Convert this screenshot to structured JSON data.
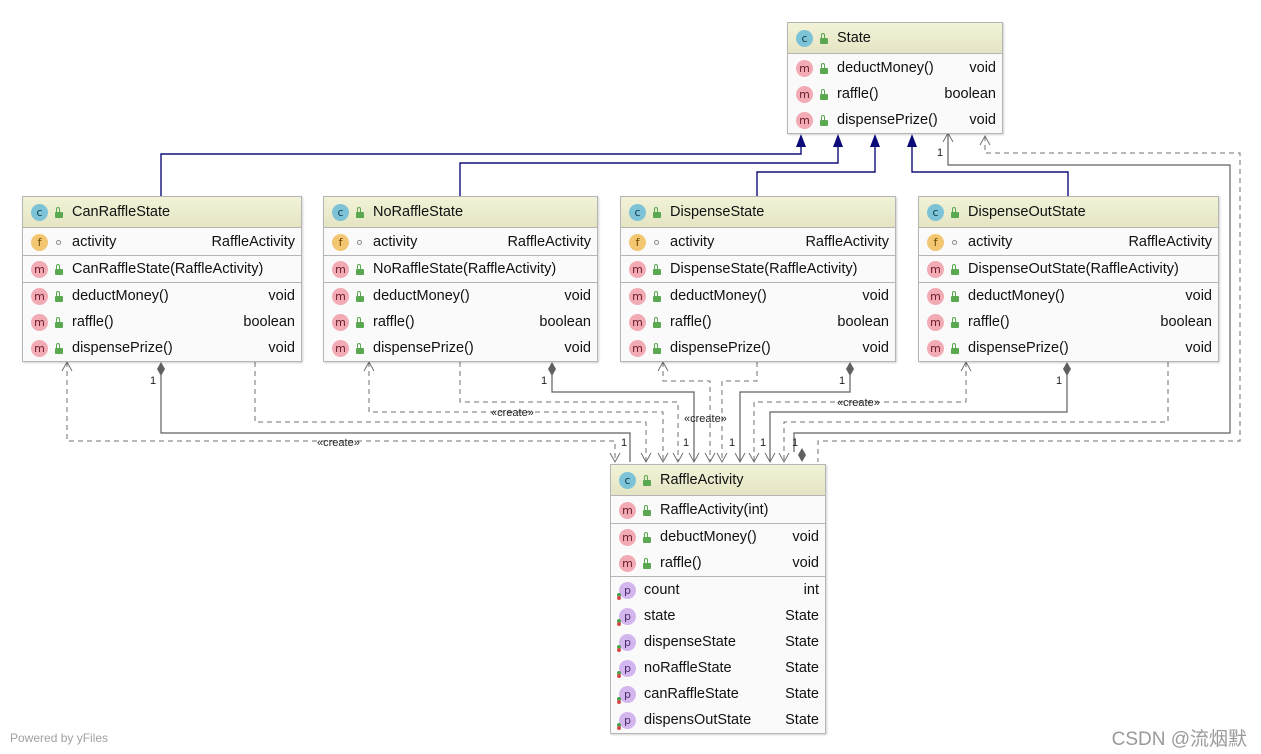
{
  "classes": [
    {
      "key": "state",
      "name": "State",
      "kind_icon": "c",
      "fields": [],
      "constructors": [],
      "methods": [
        {
          "icon": "m",
          "name": "deductMoney()",
          "type": "void"
        },
        {
          "icon": "m",
          "name": "raffle()",
          "type": "boolean"
        },
        {
          "icon": "m",
          "name": "dispensePrize()",
          "type": "void"
        }
      ],
      "properties": []
    },
    {
      "key": "can-raffle-state",
      "name": "CanRaffleState",
      "kind_icon": "c",
      "fields": [
        {
          "icon": "f",
          "name": "activity",
          "type": "RaffleActivity"
        }
      ],
      "constructors": [
        {
          "icon": "m",
          "name": "CanRaffleState(RaffleActivity)",
          "type": ""
        }
      ],
      "methods": [
        {
          "icon": "m",
          "name": "deductMoney()",
          "type": "void"
        },
        {
          "icon": "m",
          "name": "raffle()",
          "type": "boolean"
        },
        {
          "icon": "m",
          "name": "dispensePrize()",
          "type": "void"
        }
      ],
      "properties": []
    },
    {
      "key": "no-raffle-state",
      "name": "NoRaffleState",
      "kind_icon": "c",
      "fields": [
        {
          "icon": "f",
          "name": "activity",
          "type": "RaffleActivity"
        }
      ],
      "constructors": [
        {
          "icon": "m",
          "name": "NoRaffleState(RaffleActivity)",
          "type": ""
        }
      ],
      "methods": [
        {
          "icon": "m",
          "name": "deductMoney()",
          "type": "void"
        },
        {
          "icon": "m",
          "name": "raffle()",
          "type": "boolean"
        },
        {
          "icon": "m",
          "name": "dispensePrize()",
          "type": "void"
        }
      ],
      "properties": []
    },
    {
      "key": "dispense-state",
      "name": "DispenseState",
      "kind_icon": "c",
      "fields": [
        {
          "icon": "f",
          "name": "activity",
          "type": "RaffleActivity"
        }
      ],
      "constructors": [
        {
          "icon": "m",
          "name": "DispenseState(RaffleActivity)",
          "type": ""
        }
      ],
      "methods": [
        {
          "icon": "m",
          "name": "deductMoney()",
          "type": "void"
        },
        {
          "icon": "m",
          "name": "raffle()",
          "type": "boolean"
        },
        {
          "icon": "m",
          "name": "dispensePrize()",
          "type": "void"
        }
      ],
      "properties": []
    },
    {
      "key": "dispense-out-state",
      "name": "DispenseOutState",
      "kind_icon": "c",
      "fields": [
        {
          "icon": "f",
          "name": "activity",
          "type": "RaffleActivity"
        }
      ],
      "constructors": [
        {
          "icon": "m",
          "name": "DispenseOutState(RaffleActivity)",
          "type": ""
        }
      ],
      "methods": [
        {
          "icon": "m",
          "name": "deductMoney()",
          "type": "void"
        },
        {
          "icon": "m",
          "name": "raffle()",
          "type": "boolean"
        },
        {
          "icon": "m",
          "name": "dispensePrize()",
          "type": "void"
        }
      ],
      "properties": []
    },
    {
      "key": "raffle-activity",
      "name": "RaffleActivity",
      "kind_icon": "c",
      "fields": [],
      "constructors": [
        {
          "icon": "m",
          "name": "RaffleActivity(int)",
          "type": ""
        }
      ],
      "methods": [
        {
          "icon": "m",
          "name": "debuctMoney()",
          "type": "void"
        },
        {
          "icon": "m",
          "name": "raffle()",
          "type": "void"
        }
      ],
      "properties": [
        {
          "icon": "p",
          "name": "count",
          "type": "int"
        },
        {
          "icon": "p",
          "name": "state",
          "type": "State"
        },
        {
          "icon": "p",
          "name": "dispenseState",
          "type": "State"
        },
        {
          "icon": "p",
          "name": "noRaffleState",
          "type": "State"
        },
        {
          "icon": "p",
          "name": "canRaffleState",
          "type": "State"
        },
        {
          "icon": "p",
          "name": "dispensOutState",
          "type": "State"
        }
      ]
    }
  ],
  "relations": {
    "create_label": "«create»",
    "multiplicity": "1"
  },
  "footer": {
    "left": "Powered by yFiles",
    "right": "CSDN @流烟默"
  }
}
